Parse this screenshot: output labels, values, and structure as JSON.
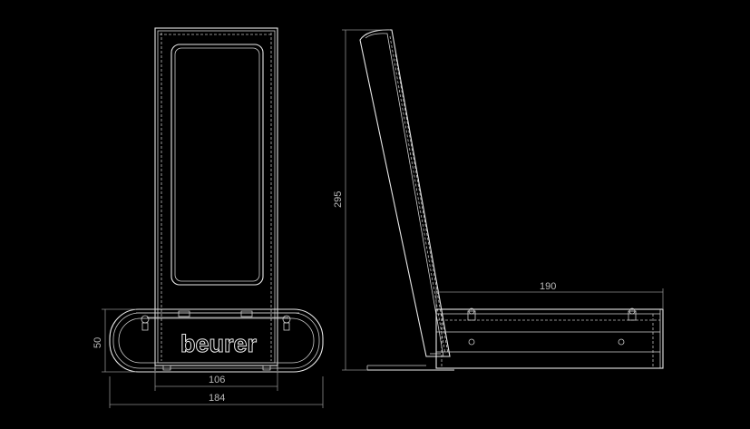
{
  "front_view": {
    "brand_logo": "beurer",
    "dimensions": {
      "height": "50",
      "inner_width": "106",
      "overall_width": "184"
    }
  },
  "side_view": {
    "dimensions": {
      "height": "295",
      "depth": "190"
    }
  },
  "colors": {
    "background": "#000000",
    "lines": "#e8e8e8",
    "dimension_lines": "#8c8c8c"
  }
}
